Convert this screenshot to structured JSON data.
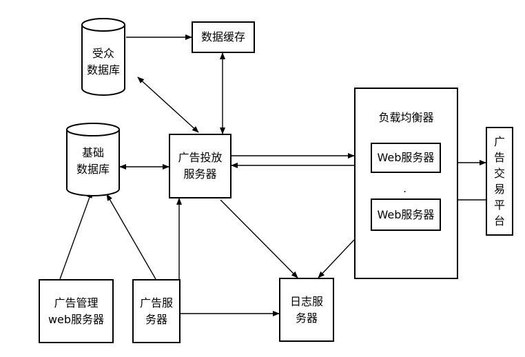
{
  "nodes": {
    "audience_db": {
      "line1": "受众",
      "line2": "数据库"
    },
    "data_cache": {
      "label": "数据缓存"
    },
    "base_db": {
      "line1": "基础",
      "line2": "数据库"
    },
    "ad_delivery": {
      "line1": "广告投放",
      "line2": "服务器"
    },
    "load_balancer": {
      "title": "负载均衡器",
      "web1": "Web服务器",
      "dot": ".",
      "web2": "Web服务器"
    },
    "ad_exchange": {
      "chars": [
        "广",
        "告",
        "交",
        "易",
        "平",
        "台"
      ]
    },
    "ad_mgmt": {
      "line1": "广告管理",
      "line2": "web服务器"
    },
    "ad_server": {
      "line1": "广告服",
      "line2": "务器"
    },
    "log_server": {
      "line1": "日志服",
      "line2": "务器"
    }
  }
}
